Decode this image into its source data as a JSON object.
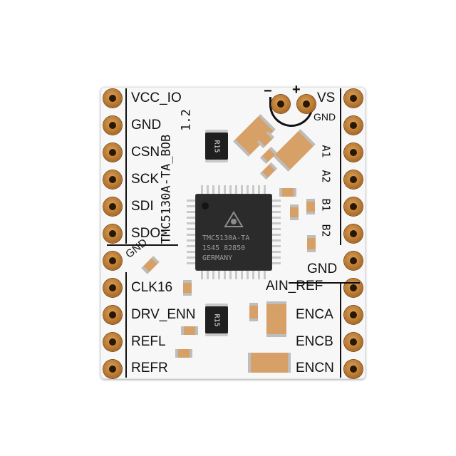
{
  "board": {
    "left_labels": [
      "VCC_IO",
      "GND",
      "CSN",
      "SCK",
      "SDI",
      "SDO",
      "CLK16",
      "DRV_ENN",
      "REFL",
      "REFR"
    ],
    "diag_gnd": "GND",
    "right_labels": {
      "vs": "VS",
      "gnd_small": "GND",
      "gnd": "GND",
      "ain_ref": "AIN_REF",
      "enca": "ENCA",
      "encb": "ENCB",
      "encn": "ENCN"
    },
    "vertical_name": "TMC5130A-TA_BOB",
    "vertical_version": "1.2",
    "motor_labels": [
      "A1",
      "A2",
      "B1",
      "B2"
    ],
    "polarity_minus": "−",
    "polarity_plus": "+",
    "chip": {
      "line1": "TMC5130A-TA",
      "line2": "1S45 82850",
      "line3": "GERMANY"
    },
    "resistor_top": "R15",
    "resistor_bottom": "R15"
  },
  "colors": {
    "board": "#f7f7f7",
    "pad": "#b9782f",
    "silkscreen": "#111111",
    "chip": "#2b2b2b",
    "capacitor": "#e6c08a"
  }
}
